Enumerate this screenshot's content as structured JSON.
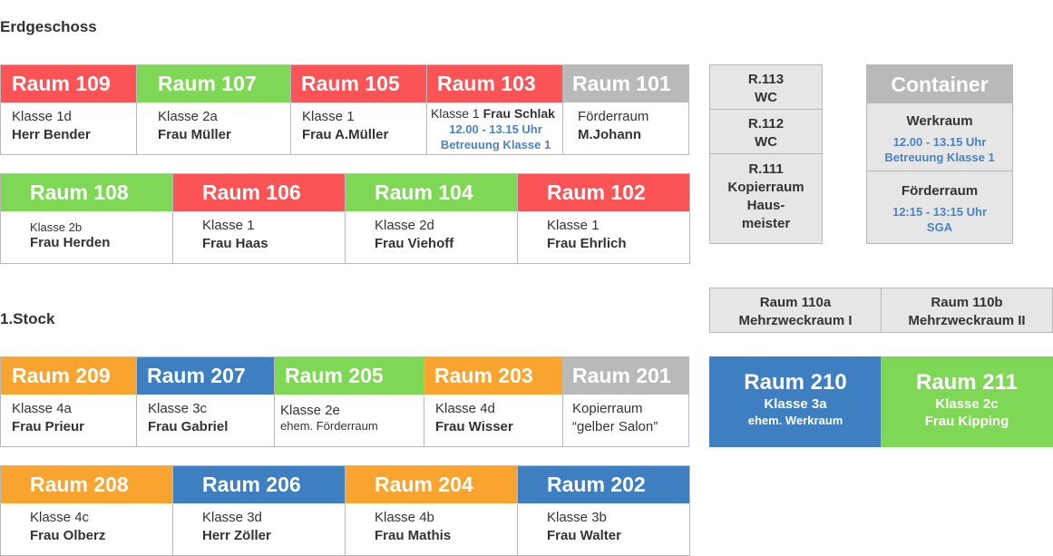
{
  "floors": {
    "ground": "Erdgeschoss",
    "first": "1.Stock"
  },
  "ground_row1": [
    {
      "name": "Raum 109",
      "line1": "Klasse 1d",
      "line2": "Herr Bender",
      "color": "#fc5456"
    },
    {
      "name": "Raum 107",
      "line1": "Klasse 2a",
      "line2": "Frau Müller",
      "color": "#7ed856"
    },
    {
      "name": "Raum 105",
      "line1": "Klasse 1",
      "line2": "Frau A.Müller",
      "color": "#fc5456"
    },
    {
      "name": "Raum 103",
      "line1a": "Klasse 1",
      "line1b": "Frau Schlak",
      "note1": "12.00 - 13.15 Uhr",
      "note2": "Betreuung Klasse 1",
      "color": "#fc5456"
    },
    {
      "name": "Raum 101",
      "line1": "Förderraum",
      "line2": "M.Johann",
      "color": "#b9b9b9"
    }
  ],
  "ground_row2": [
    {
      "name": "Raum 108",
      "line1": "Klasse 2b",
      "line2": "Frau Herden",
      "color": "#7ed856"
    },
    {
      "name": "Raum 106",
      "line1": "Klasse 1",
      "line2": "Frau Haas",
      "color": "#fc5456"
    },
    {
      "name": "Raum 104",
      "line1": "Klasse 2d",
      "line2": "Frau Viehoff",
      "color": "#7ed856"
    },
    {
      "name": "Raum 102",
      "line1": "Klasse 1",
      "line2": "Frau Ehrlich",
      "color": "#fc5456"
    }
  ],
  "wc_block": [
    {
      "line1": "R.113",
      "line2": "WC"
    },
    {
      "line1": "R.112",
      "line2": "WC"
    },
    {
      "line1": "R.111",
      "line2": "Kopierraum",
      "line3": "Haus-",
      "line4": "meister"
    }
  ],
  "container": {
    "title": "Container",
    "werkraum": "Werkraum",
    "werk_time": "12.00 - 13.15 Uhr",
    "werk_note": "Betreuung Klasse 1",
    "foerder": "Förderraum",
    "foerder_time": "12:15 - 13:15 Uhr",
    "foerder_note": "SGA"
  },
  "mehrzweck": [
    {
      "line1": "Raum 110a",
      "line2": "Mehrzweckraum I"
    },
    {
      "line1": "Raum 110b",
      "line2": "Mehrzweckraum II"
    }
  ],
  "first_row1": [
    {
      "name": "Raum 209",
      "line1": "Klasse 4a",
      "line2": "Frau Prieur",
      "color": "#f8a42e"
    },
    {
      "name": "Raum 207",
      "line1": "Klasse 3c",
      "line2": "Frau Gabriel",
      "color": "#3d7fc1"
    },
    {
      "name": "Raum 205",
      "line1": "Klasse 2e",
      "line2": "ehem. Förderraum",
      "color": "#7ed856"
    },
    {
      "name": "Raum 203",
      "line1": "Klasse 4d",
      "line2": "Frau Wisser",
      "color": "#f8a42e"
    },
    {
      "name": "Raum 201",
      "line1": "Kopierraum",
      "line2": "“gelber Salon”",
      "color": "#b9b9b9"
    }
  ],
  "first_row2": [
    {
      "name": "Raum 208",
      "line1": "Klasse 4c",
      "line2": "Frau Olberz",
      "color": "#f8a42e"
    },
    {
      "name": "Raum 206",
      "line1": "Klasse 3d",
      "line2": "Herr Zöller",
      "color": "#3d7fc1"
    },
    {
      "name": "Raum 204",
      "line1": "Klasse 4b",
      "line2": "Frau Mathis",
      "color": "#f8a42e"
    },
    {
      "name": "Raum 202",
      "line1": "Klasse 3b",
      "line2": "Frau Walter",
      "color": "#3d7fc1"
    }
  ],
  "big_rooms": [
    {
      "name": "Raum 210",
      "line1": "Klasse 3a",
      "line2": "ehem. Werkraum",
      "color": "#3d7fc1"
    },
    {
      "name": "Raum 211",
      "line1": "Klasse 2c",
      "line2": "Frau Kipping",
      "color": "#7ed856"
    }
  ]
}
